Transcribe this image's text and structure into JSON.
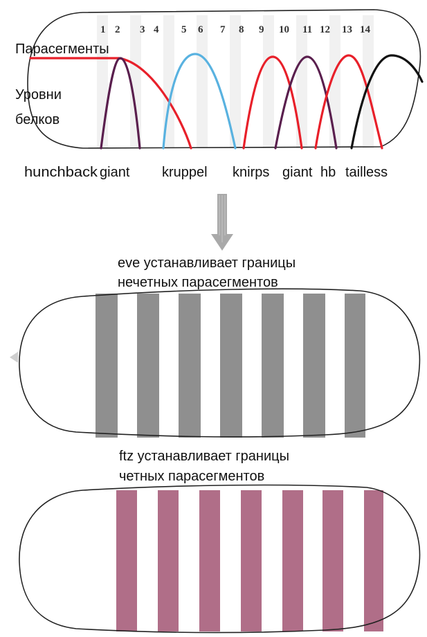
{
  "labels": {
    "parasegments": "Парасегменты",
    "protein_levels_line1": "Уровни",
    "protein_levels_line2": "белков"
  },
  "parasegment_numbers": [
    "1",
    "2",
    "3",
    "4",
    "5",
    "6",
    "7",
    "8",
    "9",
    "10",
    "11",
    "12",
    "13",
    "14"
  ],
  "gene_labels": [
    "hunchback",
    "giant",
    "kruppel",
    "knirps",
    "giant",
    "hb",
    "tailless"
  ],
  "captions": {
    "eve_line1": "eve устанавливает границы",
    "eve_line2": "нечетных парасегментов",
    "ftz_line1": "ftz устанавливает границы",
    "ftz_line2": "четных парасегментов"
  },
  "colors": {
    "red": "#e8202a",
    "purple": "#5a1f4e",
    "blue": "#59b2e0",
    "black": "#111111",
    "eve_stripe": "#8f8f8f",
    "ftz_stripe": "#b06e88",
    "arrow": "#a9a9a9"
  }
}
